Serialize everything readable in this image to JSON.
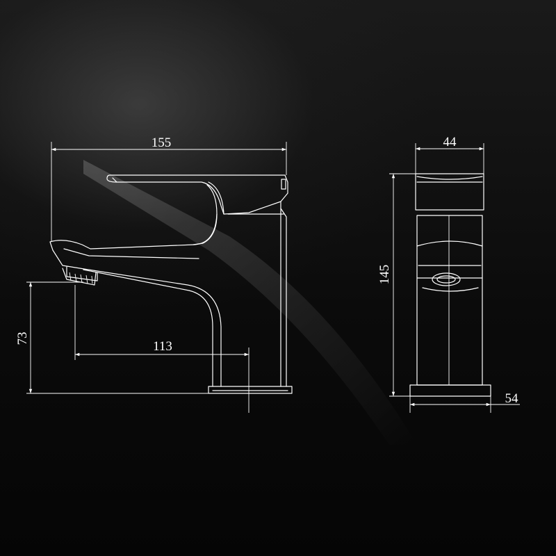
{
  "dimensions": {
    "overall_width": "155",
    "spout_reach": "113",
    "spout_height": "73",
    "overall_height": "145",
    "side_width": "44",
    "base_depth": "54"
  },
  "colors": {
    "background": "#000000",
    "line": "#ffffff"
  }
}
